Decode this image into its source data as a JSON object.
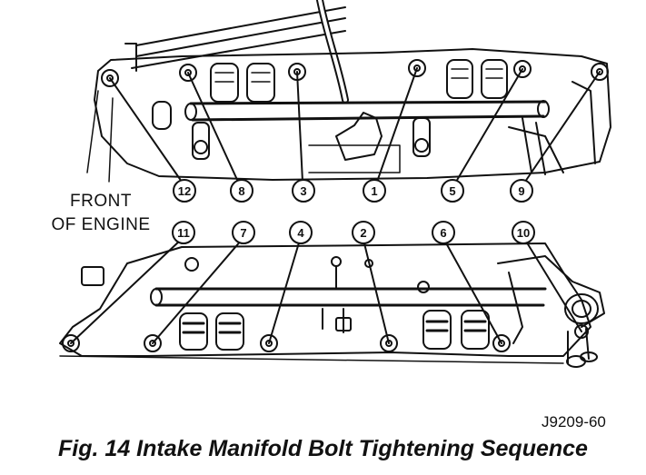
{
  "front_label_line1": "FRONT",
  "front_label_line2": "OF ENGINE",
  "figure_code": "J9209-60",
  "caption": "Fig. 14 Intake Manifold Bolt Tightening Sequence",
  "top_row_bolts": [
    "12",
    "8",
    "3",
    "1",
    "5",
    "9"
  ],
  "bottom_row_bolts": [
    "11",
    "7",
    "4",
    "2",
    "6",
    "10"
  ]
}
